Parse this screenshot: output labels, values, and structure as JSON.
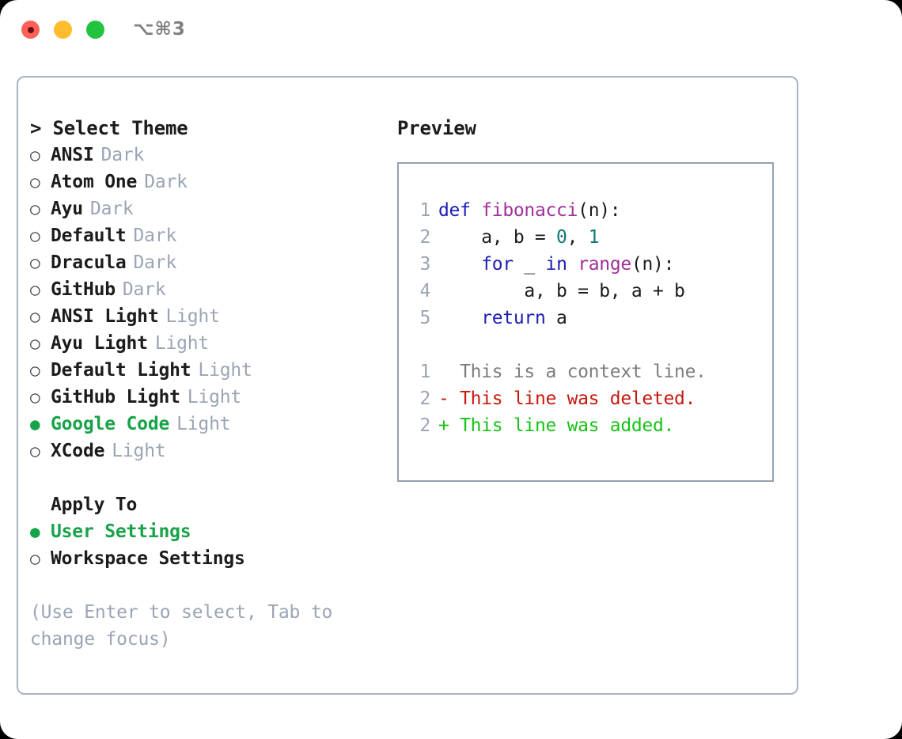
{
  "window": {
    "shortcut_label": "⌥⌘3",
    "traffic_lights": [
      {
        "name": "close",
        "color": "#ff6159"
      },
      {
        "name": "minimize",
        "color": "#ffbd2e"
      },
      {
        "name": "zoom",
        "color": "#22c33e"
      }
    ]
  },
  "theme_picker": {
    "heading": "> Select Theme",
    "items": [
      {
        "marker": "○",
        "name": "ANSI",
        "kind": "Dark",
        "selected": false
      },
      {
        "marker": "○",
        "name": "Atom One",
        "kind": "Dark",
        "selected": false
      },
      {
        "marker": "○",
        "name": "Ayu",
        "kind": "Dark",
        "selected": false
      },
      {
        "marker": "○",
        "name": "Default",
        "kind": "Dark",
        "selected": false
      },
      {
        "marker": "○",
        "name": "Dracula",
        "kind": "Dark",
        "selected": false
      },
      {
        "marker": "○",
        "name": "GitHub",
        "kind": "Dark",
        "selected": false
      },
      {
        "marker": "○",
        "name": "ANSI Light",
        "kind": "Light",
        "selected": false
      },
      {
        "marker": "○",
        "name": "Ayu Light",
        "kind": "Light",
        "selected": false
      },
      {
        "marker": "○",
        "name": "Default Light",
        "kind": "Light",
        "selected": false
      },
      {
        "marker": "○",
        "name": "GitHub Light",
        "kind": "Light",
        "selected": false
      },
      {
        "marker": "●",
        "name": "Google Code",
        "kind": "Light",
        "selected": true
      },
      {
        "marker": "○",
        "name": "XCode",
        "kind": "Light",
        "selected": false
      }
    ]
  },
  "apply_to": {
    "heading": "Apply To",
    "items": [
      {
        "marker": "●",
        "name": "User Settings",
        "selected": true
      },
      {
        "marker": "○",
        "name": "Workspace Settings",
        "selected": false
      }
    ]
  },
  "hint": {
    "line1": "(Use Enter to select, Tab to",
    "line2": "change focus)"
  },
  "preview": {
    "heading": "Preview",
    "code_lines": [
      {
        "no": "1",
        "tokens": [
          {
            "t": "def",
            "c": "kw"
          },
          {
            "t": " ",
            "c": "pl"
          },
          {
            "t": "fibonacci",
            "c": "fn"
          },
          {
            "t": "(n):",
            "c": "pl"
          }
        ]
      },
      {
        "no": "2",
        "tokens": [
          {
            "t": "    a, b = ",
            "c": "pl"
          },
          {
            "t": "0",
            "c": "num"
          },
          {
            "t": ", ",
            "c": "pl"
          },
          {
            "t": "1",
            "c": "num"
          }
        ]
      },
      {
        "no": "3",
        "tokens": [
          {
            "t": "    ",
            "c": "pl"
          },
          {
            "t": "for",
            "c": "kw"
          },
          {
            "t": " _ ",
            "c": "pl"
          },
          {
            "t": "in",
            "c": "kw"
          },
          {
            "t": " ",
            "c": "pl"
          },
          {
            "t": "range",
            "c": "fn"
          },
          {
            "t": "(n):",
            "c": "pl"
          }
        ]
      },
      {
        "no": "4",
        "tokens": [
          {
            "t": "        a, b = b, a + b",
            "c": "pl"
          }
        ]
      },
      {
        "no": "5",
        "tokens": [
          {
            "t": "    ",
            "c": "pl"
          },
          {
            "t": "return",
            "c": "kw"
          },
          {
            "t": " a",
            "c": "pl"
          }
        ]
      }
    ],
    "diff_lines": [
      {
        "no": "1",
        "sign": "  ",
        "text": "This is a context line.",
        "kind": "ctx"
      },
      {
        "no": "2",
        "sign": "- ",
        "text": "This line was deleted.",
        "kind": "del"
      },
      {
        "no": "2",
        "sign": "+ ",
        "text": "This line was added.",
        "kind": "add"
      }
    ]
  },
  "colors": {
    "accent_green": "#18a349",
    "muted": "#9aa5b4",
    "border": "#a8b3c2",
    "keyword": "#1d1db5",
    "function": "#a0309a",
    "number": "#0f7a72",
    "diff_added": "#18c218",
    "diff_deleted": "#c41a0f",
    "diff_context": "#7d7d7d"
  }
}
